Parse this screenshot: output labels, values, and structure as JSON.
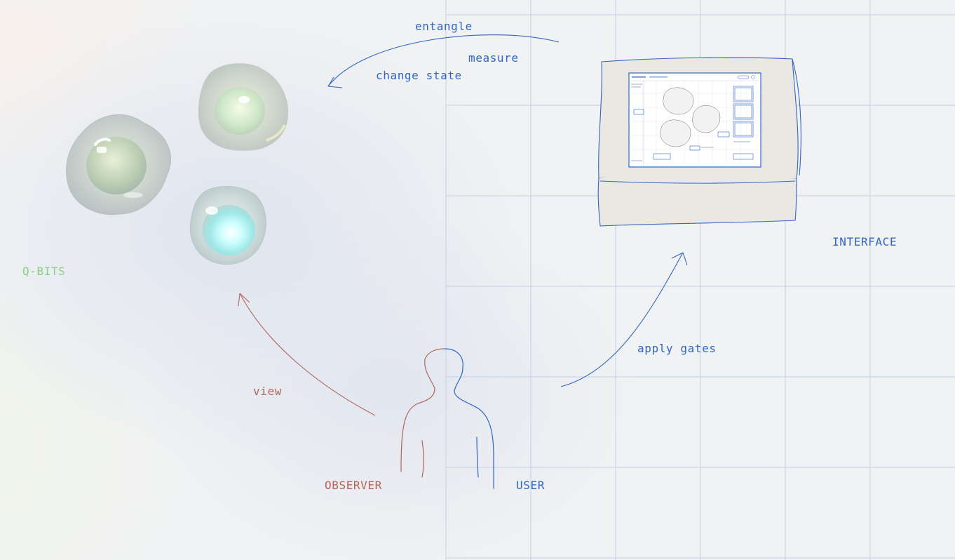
{
  "labels": {
    "entangle": "entangle",
    "measure": "measure",
    "change_state": "change state",
    "qbits": "Q-BITS",
    "view": "view",
    "observer": "OBSERVER",
    "user": "USER",
    "apply_gates": "apply gates",
    "interface": "INTERFACE"
  },
  "colors": {
    "blue": "#2f66c6",
    "red": "#b0665c",
    "green": "#8dcf87",
    "grid": "#c5d0e6",
    "monitor_body": "#ebe8e4"
  }
}
